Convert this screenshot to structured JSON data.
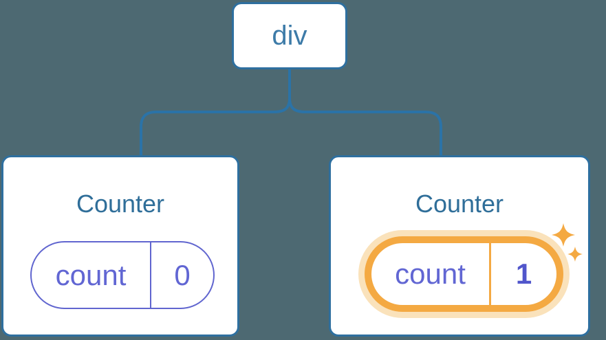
{
  "tree": {
    "root": {
      "label": "div"
    },
    "children": [
      {
        "title": "Counter",
        "state_pill": {
          "key": "count",
          "value": "0",
          "highlighted": false
        }
      },
      {
        "title": "Counter",
        "state_pill": {
          "key": "count",
          "value": "1",
          "highlighted": true
        }
      }
    ]
  },
  "icons": {
    "sparkle_large": "four-pointed-star",
    "sparkle_small": "four-pointed-star"
  },
  "colors": {
    "background": "#4D6972",
    "node_border_blue": "#2E6F9F",
    "connector_blue": "#2B73A7",
    "root_label_blue": "#3D7BA8",
    "title_blue": "#2F6E99",
    "state_purple": "#6166D3",
    "state_border_purple": "#6065CF",
    "value_purple": "#5156CB",
    "highlight_orange": "#F4A942",
    "highlight_glow": "#FAE2BB",
    "card_bg": "#FFFFFF"
  }
}
